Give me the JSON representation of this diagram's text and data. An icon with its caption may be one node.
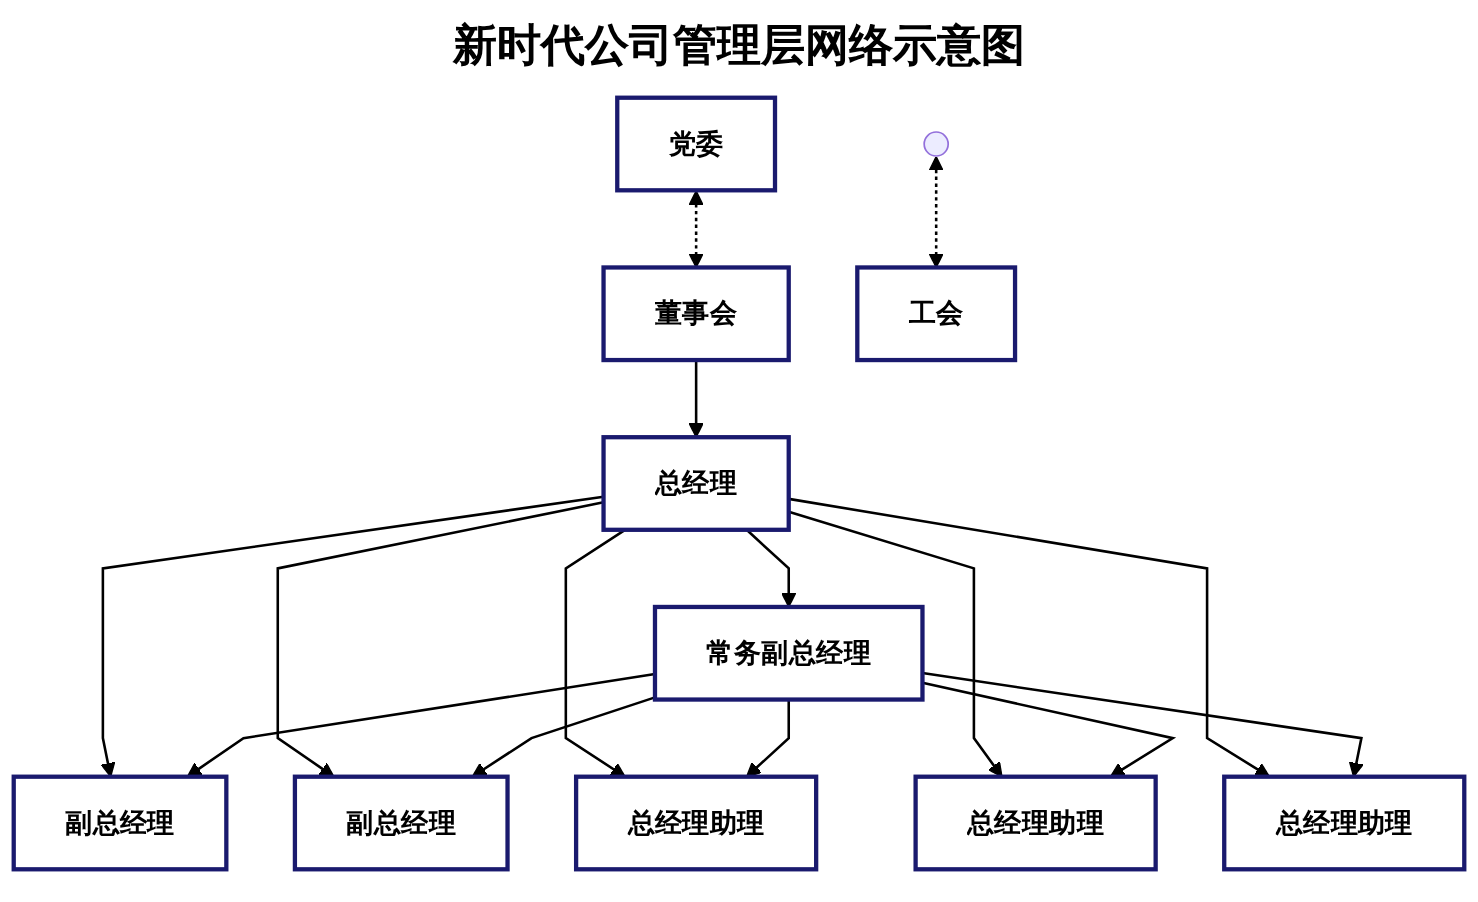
{
  "diagram": {
    "title": "新时代公司管理层网络示意图",
    "nodes": [
      {
        "text": [
          "董事会"
        ]
      },
      {
        "text": [
          "党委"
        ]
      },
      {
        "text": [
          "工会"
        ]
      },
      {
        "text": [
          "总经理"
        ]
      },
      {
        "text": [
          "常务副总经理"
        ]
      },
      {
        "text": [
          "副总经理"
        ]
      },
      {
        "text": [
          "副总经理"
        ]
      },
      {
        "text": [
          "总经理助理"
        ]
      },
      {
        "text": [
          "总经理助理"
        ]
      },
      {
        "text": [
          "总经理助理"
        ]
      }
    ],
    "edges": [
      {
        "from": 0,
        "to": 1,
        "arrow": "both",
        "style": "dashed"
      },
      {
        "from": 2,
        "to": null,
        "arrow": "both",
        "style": "dashed"
      },
      {
        "from": 0,
        "to": 3,
        "arrow": "to"
      },
      {
        "from": 3,
        "to": 4,
        "arrow": "to"
      },
      {
        "from": 3,
        "to": 5,
        "arrow": "to"
      },
      {
        "from": 3,
        "to": 6,
        "arrow": "to"
      },
      {
        "from": 3,
        "to": 7,
        "arrow": "to"
      },
      {
        "from": 3,
        "to": 8,
        "arrow": "to"
      },
      {
        "from": 3,
        "to": 9,
        "arrow": "to"
      },
      {
        "from": 4,
        "to": 5,
        "arrow": "to"
      },
      {
        "from": 4,
        "to": 6,
        "arrow": "to"
      },
      {
        "from": 4,
        "to": 7,
        "arrow": "to"
      },
      {
        "from": 4,
        "to": 8,
        "arrow": "to"
      },
      {
        "from": 4,
        "to": 9,
        "arrow": "to"
      }
    ]
  }
}
